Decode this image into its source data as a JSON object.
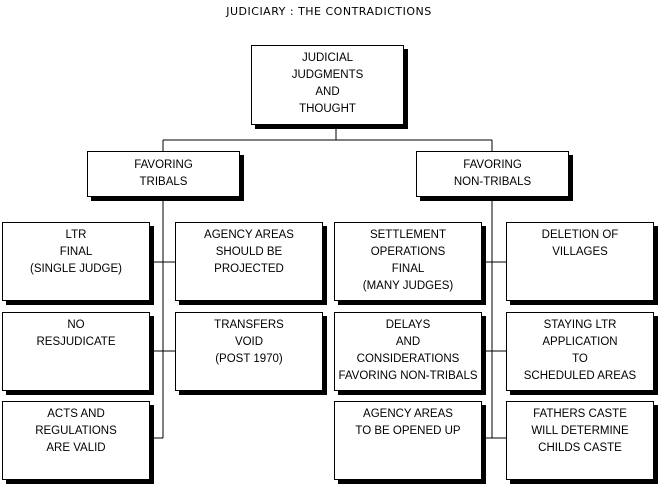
{
  "title": "JUDICIARY : THE CONTRADICTIONS",
  "root": "JUDICIAL\nJUDGMENTS\nAND\nTHOUGHT",
  "left_branch": {
    "label": "FAVORING\nTRIBALS",
    "items": [
      "LTR\nFINAL\n(SINGLE JUDGE)",
      "AGENCY AREAS\nSHOULD BE\nPROJECTED",
      "NO\nRESJUDICATE",
      "TRANSFERS\nVOID\n(POST 1970)",
      "ACTS AND\nREGULATIONS\nARE VALID"
    ]
  },
  "right_branch": {
    "label": "FAVORING\nNON-TRIBALS",
    "items": [
      "SETTLEMENT\nOPERATIONS\nFINAL\n(MANY JUDGES)",
      "DELETION OF\nVILLAGES",
      "DELAYS\nAND\nCONSIDERATIONS\nFAVORING NON-TRIBALS",
      "STAYING LTR APPLICATION\nTO\nSCHEDULED AREAS",
      "AGENCY AREAS\nTO BE OPENED UP",
      "FATHERS CASTE\nWILL DETERMINE\nCHILDS CASTE"
    ]
  }
}
